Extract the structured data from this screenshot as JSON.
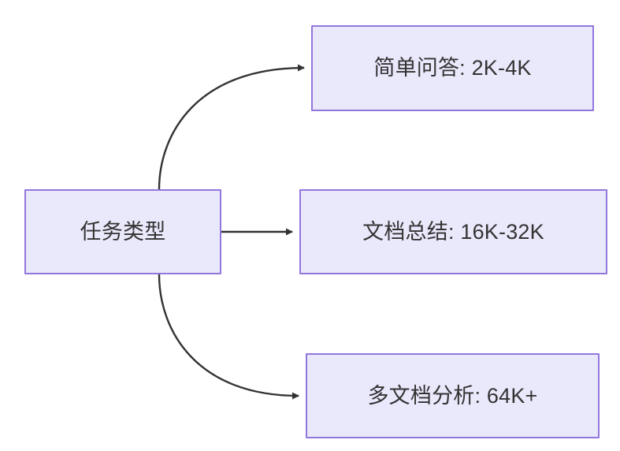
{
  "diagram": {
    "type": "flowchart",
    "direction": "left-to-right",
    "background_color": "#ffffff",
    "node_fill_color": "#eae8fb",
    "node_border_color": "#9277dd",
    "node_text_color": "#333333",
    "edge_color": "#333333",
    "nodes": {
      "root": {
        "label": "任务类型"
      },
      "simple_qa": {
        "label": "简单问答: 2K-4K"
      },
      "doc_summary": {
        "label": "文档总结: 16K-32K"
      },
      "multi_doc": {
        "label": "多文档分析: 64K+"
      }
    },
    "edges": [
      {
        "from": "任务类型",
        "to": "简单问答: 2K-4K",
        "style": "curved",
        "arrowhead": "filled-triangle",
        "label": ""
      },
      {
        "from": "任务类型",
        "to": "文档总结: 16K-32K",
        "style": "straight",
        "arrowhead": "filled-triangle",
        "label": ""
      },
      {
        "from": "任务类型",
        "to": "多文档分析: 64K+",
        "style": "curved",
        "arrowhead": "filled-triangle",
        "label": ""
      }
    ]
  }
}
